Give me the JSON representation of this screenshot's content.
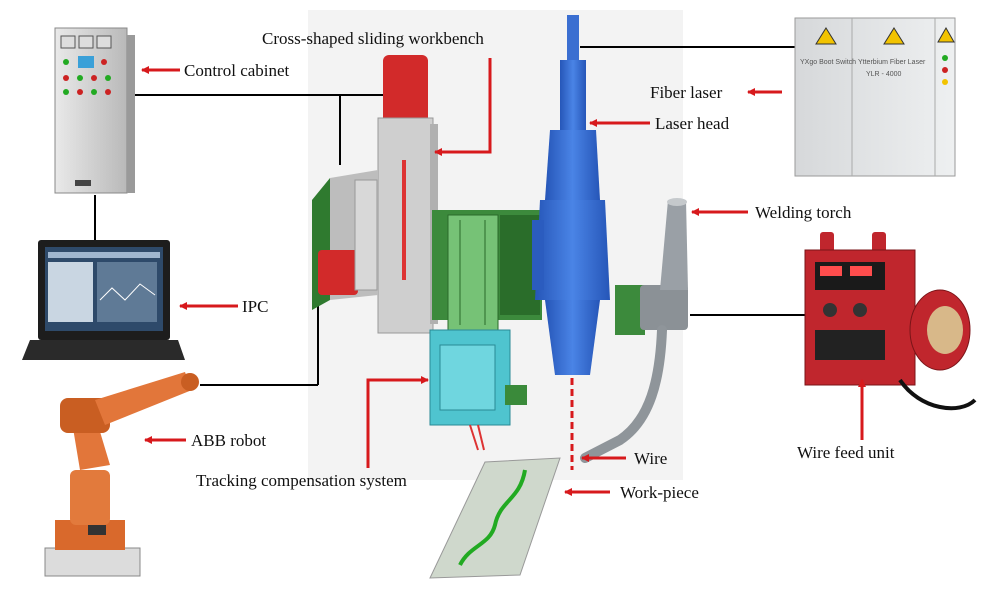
{
  "labels": {
    "cross_workbench": "Cross-shaped sliding workbench",
    "control_cabinet": "Control cabinet",
    "fiber_laser": "Fiber laser",
    "laser_head": "Laser head",
    "welding_torch": "Welding torch",
    "ipc": "IPC",
    "abb_robot": "ABB robot",
    "tracking_system": "Tracking compensation system",
    "wire": "Wire",
    "work_piece": "Work-piece",
    "wire_feed_unit": "Wire feed unit"
  },
  "device_text": {
    "laser_panel_left": "YXgo Boot Switch",
    "laser_panel_brand": "Ytterbium Fiber Laser",
    "laser_model": "YLR - 4000"
  },
  "colors": {
    "arrow": "#d7191c",
    "line": "#000000",
    "laser_head": "#3b6fd1",
    "workbench_red": "#d22a2a",
    "green_plate": "#2f7a2f",
    "cyan_box": "#4fc4cf",
    "robot_orange": "#e2763a",
    "wire_green": "#22aa22"
  }
}
